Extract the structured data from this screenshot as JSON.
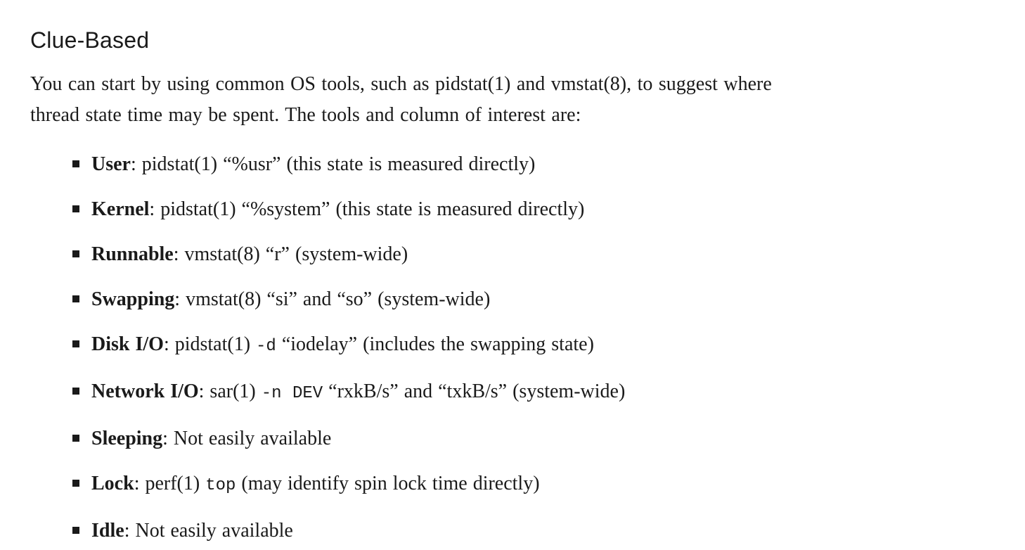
{
  "page": {
    "heading": "Clue-Based",
    "intro_lines": [
      "You can start by using common OS tools, such as pidstat(1) and vmstat(8), to suggest where",
      "thread state time may be spent. The tools and column of interest are:"
    ],
    "tools_list": [
      {
        "term": "User",
        "parts": [
          {
            "style": "normal",
            "text": ": pidstat(1) “%usr” (this state is measured directly)"
          }
        ]
      },
      {
        "term": "Kernel",
        "parts": [
          {
            "style": "normal",
            "text": ": pidstat(1) “%system” (this state is measured directly)"
          }
        ]
      },
      {
        "term": "Runnable",
        "parts": [
          {
            "style": "normal",
            "text": ": vmstat(8) “r” (system-wide)"
          }
        ]
      },
      {
        "term": "Swapping",
        "parts": [
          {
            "style": "normal",
            "text": ": vmstat(8) “si” and “so” (system-wide)"
          }
        ]
      },
      {
        "term": "Disk I/O",
        "parts": [
          {
            "style": "normal",
            "text": ": pidstat(1) "
          },
          {
            "style": "mono",
            "text": "-d"
          },
          {
            "style": "normal",
            "text": " “iodelay” (includes the swapping state)"
          }
        ]
      },
      {
        "term": "Network I/O",
        "parts": [
          {
            "style": "normal",
            "text": ": sar(1) "
          },
          {
            "style": "mono",
            "text": "-n DEV"
          },
          {
            "style": "normal",
            "text": " “rxkB/s” and “txkB/s” (system-wide)"
          }
        ]
      },
      {
        "term": "Sleeping",
        "parts": [
          {
            "style": "normal",
            "text": ": Not easily available"
          }
        ]
      },
      {
        "term": "Lock",
        "parts": [
          {
            "style": "normal",
            "text": ": perf(1) "
          },
          {
            "style": "mono",
            "text": "top"
          },
          {
            "style": "normal",
            "text": " (may identify spin lock time directly)"
          }
        ]
      },
      {
        "term": "Idle",
        "parts": [
          {
            "style": "normal",
            "text": ": Not easily available"
          }
        ]
      }
    ],
    "colors": {
      "text": "#1a1a1a",
      "background": "#ffffff"
    }
  }
}
